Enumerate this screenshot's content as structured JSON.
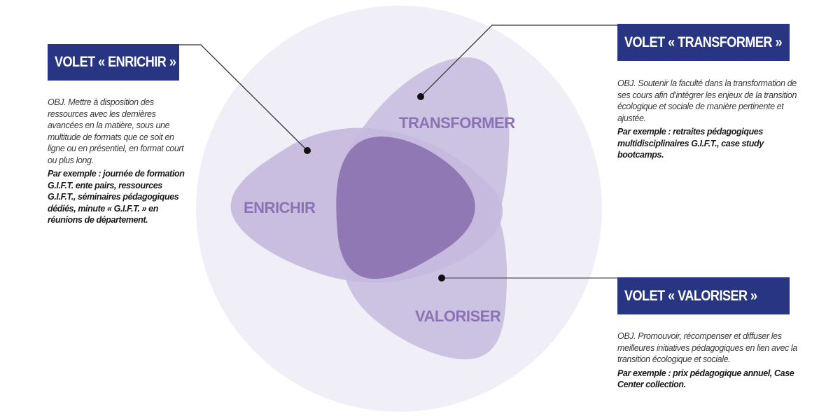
{
  "colors": {
    "outer_circle": "#f0eff7",
    "petal": "#c6bbde",
    "petal_overlap": "#b2a0cd",
    "center": "#9078b4",
    "label": "#8c72b4",
    "header_bg": "#283583",
    "header_text": "#ffffff",
    "connector": "#333333"
  },
  "diagram": {
    "labels": {
      "enrichir": "ENRICHIR",
      "transformer": "TRANSFORMER",
      "valoriser": "VALORISER"
    }
  },
  "volets": {
    "enrichir": {
      "title": "VOLET « ENRICHIR »",
      "objective": "OBJ. Mettre à disposition des ressources avec les dernières avancées en la matière, sous une multitude de formats que ce soit en ligne ou en présentiel, en format court ou plus long.",
      "example": "Par exemple : journée de formation G.I.F.T. ente pairs, ressources G.I.F.T., séminaires pédagogiques dédiés, minute « G.I.F.T. » en réunions de département."
    },
    "transformer": {
      "title": "VOLET « TRANSFORMER »",
      "objective": "OBJ. Soutenir la faculté dans la transformation de ses cours afin d’intégrer les enjeux de la transition écologique et sociale de manière pertinente et ajustée.",
      "example": "Par exemple : retraites pédagogiques multidisciplinaires G.I.F.T., case study bootcamps."
    },
    "valoriser": {
      "title": "VOLET « VALORISER »",
      "objective": "OBJ. Promouvoir, récompenser et diffuser les meilleures initiatives pédagogiques en lien avec la transition écologique et sociale.",
      "example": "Par exemple : prix pédagogique annuel, Case Center collection."
    }
  }
}
